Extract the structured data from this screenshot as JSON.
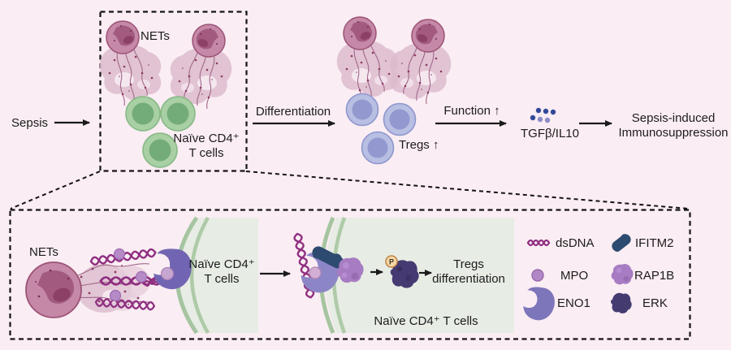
{
  "palette": {
    "background": "#faedf3",
    "net_head": "#c588a7",
    "net_head_stroke": "#9c5276",
    "net_web": "#dcbbcd",
    "tcell_outer": "#a9d0a5",
    "tcell_inner": "#74ac79",
    "treg_outer": "#b8bfe3",
    "treg_inner": "#9398cf",
    "membrane_green": "#a5c5a0",
    "cytoplasm": "#e7ece4",
    "dsdna_magenta": "#8f2e80",
    "mpo_purple": "#b287c5",
    "eno1_purple": "#7d76bb",
    "ifitm2_navy": "#2d4a70",
    "rap1b_orchid": "#a77cc2",
    "erk_indigo": "#443b71",
    "cytokine_dot_dark": "#32499b",
    "cytokine_dot_light": "#8d8bc8",
    "phospho_badge": "#f6d8a9",
    "text": "#1c1c1c"
  },
  "top_row": {
    "sepsis": "Sepsis",
    "nets": "NETs",
    "naive_line1": "Naïve CD4⁺",
    "naive_line2": "T cells",
    "differentiation": "Differentiation",
    "tregs": "Tregs ↑",
    "function": "Function ↑",
    "cytokines": "TGFβ/IL10",
    "outcome_line1": "Sepsis-induced",
    "outcome_line2": "Immunosuppression"
  },
  "bottom_panel": {
    "nets": "NETs",
    "naive_line1": "Naïve CD4⁺",
    "naive_line2": "T cells",
    "tregs_line1": "Tregs",
    "tregs_line2": "differentiation",
    "cell_label": "Naïve CD4⁺ T cells",
    "phospho": "P",
    "legend": {
      "items": [
        {
          "id": "dsdna",
          "label": "dsDNA"
        },
        {
          "id": "mpo",
          "label": "MPO"
        },
        {
          "id": "eno1",
          "label": "ENO1"
        },
        {
          "id": "ifitm2",
          "label": "IFITM2"
        },
        {
          "id": "rap1b",
          "label": "RAP1B"
        },
        {
          "id": "erk",
          "label": "ERK"
        }
      ]
    }
  }
}
